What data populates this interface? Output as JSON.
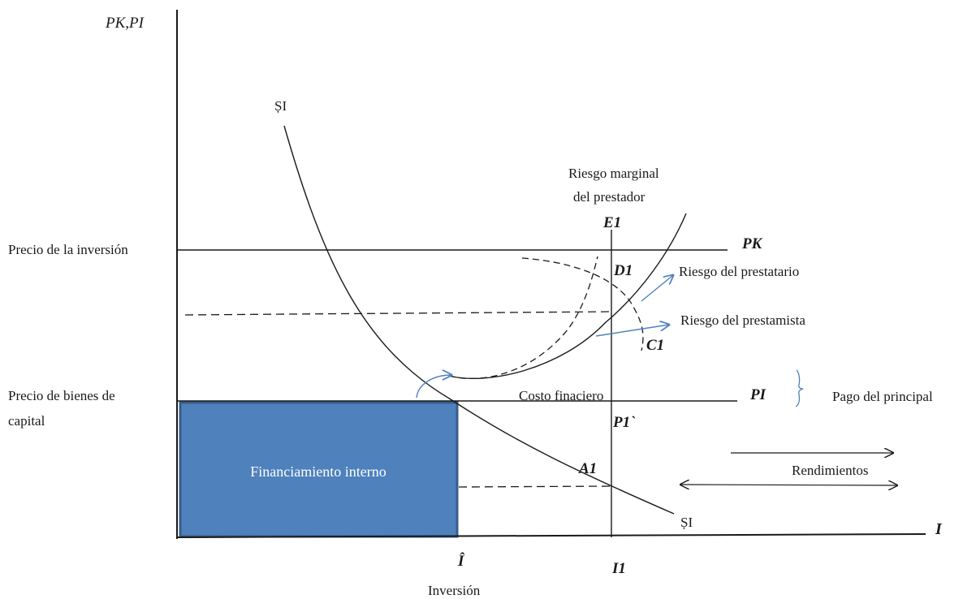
{
  "axes": {
    "y_label": "PK,PI",
    "x_label": "I",
    "x_tick_hat": "Î",
    "x_tick_i1": "I1",
    "x_caption": "Inversión"
  },
  "left_labels": {
    "precio_inversion": "Precio de la inversión",
    "precio_bienes_line1": "Precio de bienes de",
    "precio_bienes_line2": "capital"
  },
  "curves": {
    "qi_top": "ȘI",
    "qi_bottom": "ȘI",
    "riesgo_marginal_line1": "Riesgo marginal",
    "riesgo_marginal_line2": "del prestador"
  },
  "points": {
    "e1": "E1",
    "d1": "D1",
    "c1": "C1",
    "p1": "P1`",
    "a1": "A1",
    "pk": "PK",
    "pi": "PI"
  },
  "annotations": {
    "riesgo_prestatario": "Riesgo del prestatario",
    "riesgo_prestamista": "Riesgo del prestamista",
    "costo_financiero": "Costo finaciero",
    "pago_principal": "Pago del principal",
    "rendimientos": "Rendimientos",
    "financiamiento_interno": "Financiamiento interno"
  },
  "colors": {
    "ink": "#1a1a1a",
    "box_fill": "#4f81bd",
    "box_stroke": "#385d8a",
    "box_text": "#ffffff",
    "arrow_blue": "#4f81bd"
  }
}
